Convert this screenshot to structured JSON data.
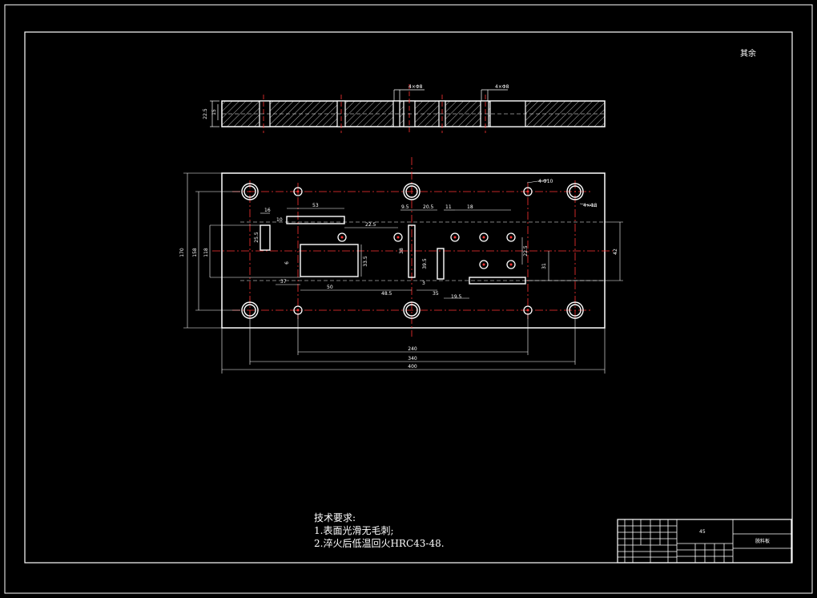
{
  "corner_note": "其余",
  "top_view": {
    "thickness_total": "22.5",
    "thickness_inner": "15",
    "callout_left": "4×Φ8",
    "callout_right": "4×Φ8"
  },
  "plan": {
    "hole_callout": "4-Φ10",
    "corner_callout": "4×Φ8",
    "dims": {
      "d_170": "170",
      "d_158": "158",
      "d_118": "118",
      "d_42": "42",
      "d_31": "31",
      "d_253": "25.5",
      "d_53": "53",
      "d_16": "16",
      "d_10": "10",
      "d_6": "6",
      "d_37": "37",
      "d_50": "50",
      "d_33": "33.5",
      "d_225": "22.5",
      "d_95": "9.5",
      "d_205": "20.5",
      "d_11": "11",
      "d_18": "18",
      "d_38": "38",
      "d_395": "39.5",
      "d_3": "3",
      "d_485": "48.5",
      "d_195": "19.5",
      "d_35": "35",
      "d_225b": "22.5",
      "d_240": "240",
      "d_340": "340",
      "d_400": "400"
    }
  },
  "tech_requirements": {
    "title": "技术要求:",
    "items": [
      "1.表面光滑无毛刺;",
      "2.淬火后低温回火HRC43-48."
    ]
  },
  "title_block": {
    "material": "45",
    "part_name": "脱料板"
  }
}
